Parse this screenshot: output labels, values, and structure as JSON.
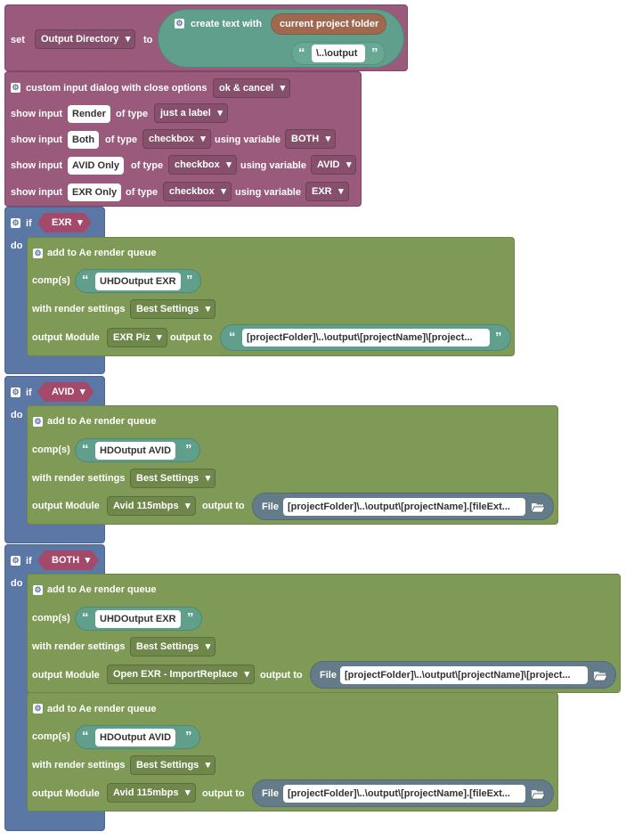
{
  "set_block": {
    "set_label": "set",
    "variable": "Output Directory",
    "to_label": "to",
    "create_text_label": "create text with",
    "project_folder_label": "current project folder",
    "output_text": "\\..\\output"
  },
  "dialog_block": {
    "title": "custom input dialog with close options",
    "close_option": "ok & cancel",
    "show_input_label": "show input",
    "of_type_label": "of type",
    "using_variable_label": "using variable",
    "rows": [
      {
        "input": "Render",
        "type": "just a label",
        "variable": ""
      },
      {
        "input": "Both",
        "type": "checkbox",
        "variable": "BOTH"
      },
      {
        "input": "AVID Only",
        "type": "checkbox",
        "variable": "AVID"
      },
      {
        "input": "EXR Only",
        "type": "checkbox",
        "variable": "EXR"
      }
    ]
  },
  "labels": {
    "if": "if",
    "do": "do",
    "add_to_queue": "add to Ae render queue",
    "comps": "comp(s)",
    "with_render_settings": "with render settings",
    "output_module": "output Module",
    "output_to": "output to",
    "file": "File"
  },
  "if_blocks": [
    {
      "condition": "EXR"
    },
    {
      "condition": "AVID"
    },
    {
      "condition": "BOTH"
    }
  ],
  "queue_blocks": [
    {
      "comp": "UHDOutput EXR",
      "render_settings": "Best Settings",
      "output_module": "EXR Piz",
      "output_path": "[projectFolder]\\..\\output\\[projectName]\\[project..."
    },
    {
      "comp": "HDOutput AVID",
      "render_settings": "Best Settings",
      "output_module": "Avid 115mbps",
      "output_path": "[projectFolder]\\..\\output\\[projectName].[fileExt..."
    },
    {
      "comp": "UHDOutput EXR",
      "render_settings": "Best Settings",
      "output_module": "Open EXR - ImportReplace",
      "output_path": "[projectFolder]\\..\\output\\[projectName]\\[project..."
    },
    {
      "comp": "HDOutput AVID",
      "render_settings": "Best Settings",
      "output_module": "Avid 115mbps",
      "output_path": "[projectFolder]\\..\\output\\[projectName].[fileExt..."
    }
  ],
  "colors": {
    "variables_purple": "#995a7c",
    "logic_blue": "#5b77a5",
    "ae_olive": "#7f9a56",
    "text_teal": "#5f9f8c",
    "project_folder_brown": "#a0694f"
  }
}
